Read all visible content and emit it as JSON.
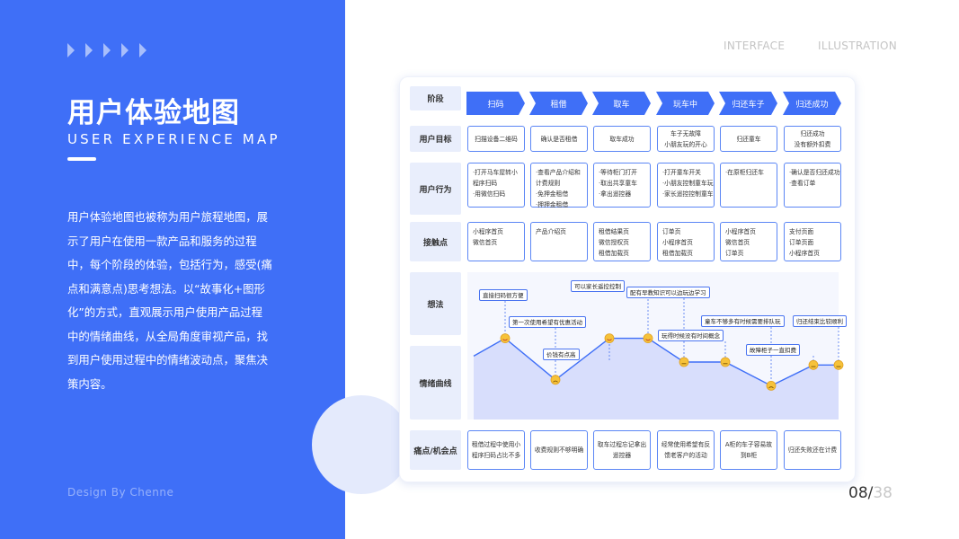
{
  "header": {
    "title": "用户体验地图",
    "subtitle": "USER EXPERIENCE MAP",
    "description_lines": [
      "用户体验地图也被称为用户旅程地图，展",
      "示了用户在使用一款产品和服务的过程",
      "中，每个阶段的体验，包括行为，感受(痛",
      "点和满意点)思考想法。以“故事化+图形",
      "化”的方式，直观展示用户使用产品过程",
      "中的情绪曲线，从全局角度审视产品，找",
      "到用户使用过程中的情绪波动点，聚焦决",
      "策内容。"
    ],
    "credit": "Design By Chenne"
  },
  "top_links": {
    "interface": "INTERFACE",
    "illustration": "ILLUSTRATION"
  },
  "pager": {
    "current": "08/",
    "total": "38"
  },
  "colors": {
    "brand": "#3f6ff7",
    "row_label_bg": "#e9eefc",
    "curve_fill": "#cdd6fb",
    "curve_line": "#3f6ff7"
  },
  "map": {
    "row_labels": {
      "stage": "阶段",
      "goal": "用户目标",
      "behavior": "用户行为",
      "touchpoint": "接触点",
      "thoughts": "想法",
      "emotion": "情绪曲线",
      "pain": "痛点/机会点"
    },
    "stages": [
      "扫码",
      "租借",
      "取车",
      "玩车中",
      "归还车子",
      "归还成功"
    ],
    "goals": [
      [
        "扫描设备二维码"
      ],
      [
        "确认是否租借"
      ],
      [
        "取车成功"
      ],
      [
        "车子无故障",
        "小朋友玩的开心"
      ],
      [
        "归还童车"
      ],
      [
        "归还成功",
        "没有额外扣费"
      ]
    ],
    "behaviors": [
      [
        "·打开马车屋转小",
        "程序扫码",
        "·用微信扫码"
      ],
      [
        "·查看产品介绍和",
        "计费规则",
        "·免押金租借",
        "·押押金租借"
      ],
      [
        "·等待柜门打开",
        "·取出共享童车",
        "·拿出遥控器"
      ],
      [
        "·打开童车开关",
        "·小朋友控制童车玩",
        "·家长遥控控制童车"
      ],
      [
        "·在原柜归还车"
      ],
      [
        "·确认是否归还成功",
        "·查看订单"
      ]
    ],
    "touchpoints": [
      [
        "小程序首页",
        "微信首页"
      ],
      [
        "产品介绍页"
      ],
      [
        "租借结果页",
        "微信授权页",
        "租借加载页"
      ],
      [
        "订单页",
        "小程序首页",
        "租借加载页"
      ],
      [
        "小程序首页",
        "微信首页",
        "订单页"
      ],
      [
        "支付页面",
        "订单页面",
        "小程序首页"
      ]
    ],
    "thoughts": [
      "直接扫码很方便",
      "第一次使用希望有优惠活动",
      "价钱有点高",
      "可以家长遥控控制",
      "配有早教知识可以边玩边学习",
      "玩得时候没有时间概念",
      "童车不够多有时候需要排队玩",
      "故障柜子一直扣费",
      "归还结束比较顺利"
    ],
    "emotion_levels": [
      0.9,
      0.2,
      0.9,
      0.9,
      0.5,
      0.5,
      0.1,
      0.45,
      0.45
    ],
    "emotion_faces": [
      "happy",
      "sad",
      "happy",
      "happy",
      "neutral",
      "neutral",
      "sad",
      "neutral",
      "neutral"
    ],
    "pain_points": [
      [
        "租借过程中使用小",
        "程序扫码占比不多"
      ],
      [
        "收费规则不够明确"
      ],
      [
        "取车过程忘记拿出",
        "遥控器"
      ],
      [
        "经常使用希望有反",
        "馈老客户的活动"
      ],
      [
        "A柜的车子容易故",
        "到B柜"
      ],
      [
        "归还失败还在计费"
      ]
    ]
  }
}
